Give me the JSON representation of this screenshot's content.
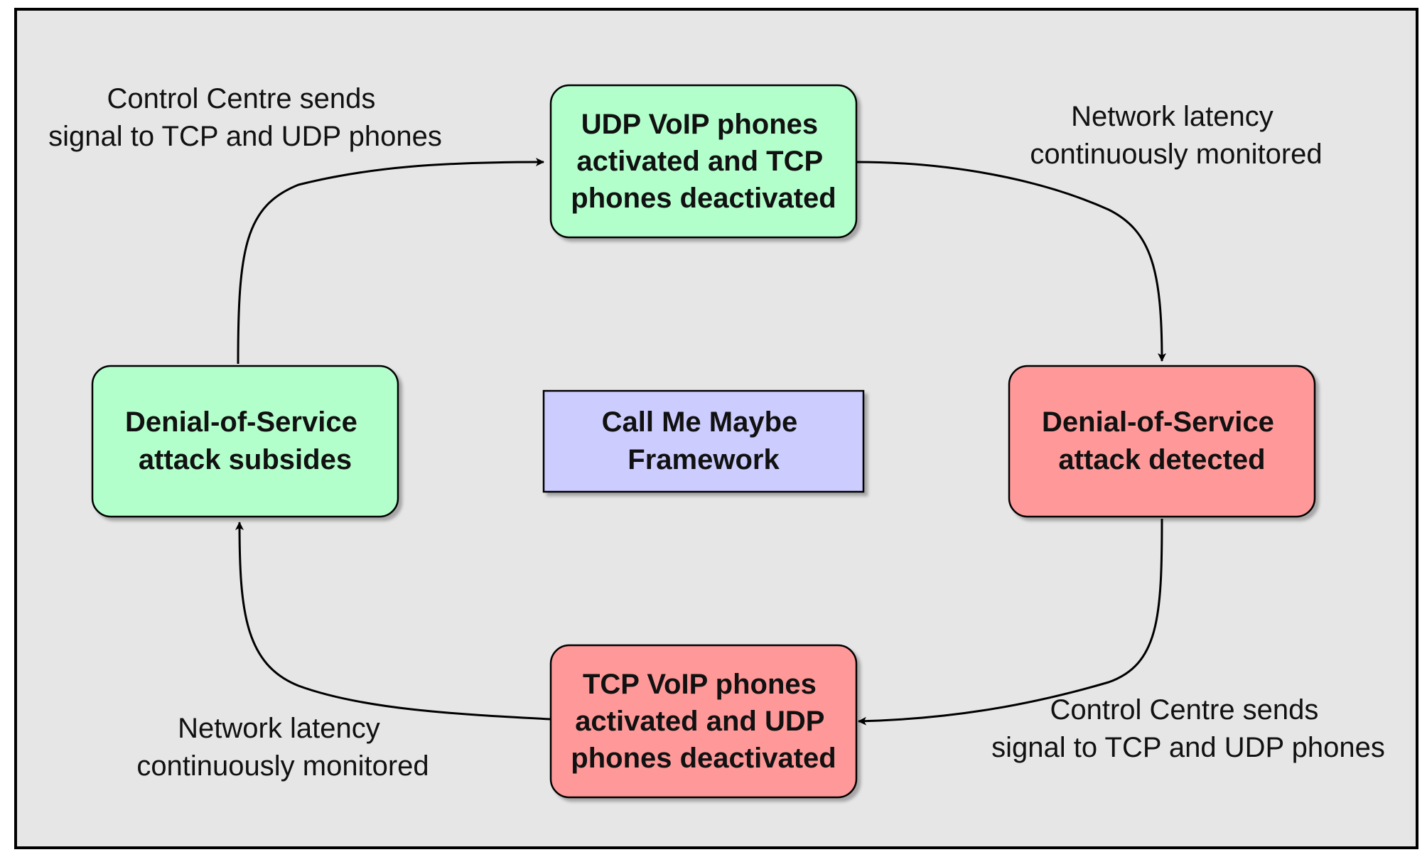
{
  "diagram": {
    "nodes": {
      "udp_active": {
        "lines": [
          "UDP VoIP phones",
          "activated and TCP",
          "phones deactivated"
        ],
        "color": "#b3ffcc"
      },
      "dos_detected": {
        "lines": [
          "Denial-of-Service",
          "attack detected"
        ],
        "color": "#ff9999"
      },
      "tcp_active": {
        "lines": [
          "TCP VoIP phones",
          "activated and UDP",
          "phones deactivated"
        ],
        "color": "#ff9999"
      },
      "dos_subsides": {
        "lines": [
          "Denial-of-Service",
          "attack subsides"
        ],
        "color": "#b3ffcc"
      },
      "framework": {
        "lines": [
          "Call Me Maybe",
          "Framework"
        ],
        "color": "#ccccff"
      }
    },
    "labels": {
      "top_left": [
        "Control Centre sends",
        "signal to TCP and UDP phones"
      ],
      "top_right": [
        "Network latency",
        "continuously monitored"
      ],
      "bottom_right": [
        "Control Centre sends",
        "signal to TCP and UDP phones"
      ],
      "bottom_left": [
        "Network latency",
        "continuously monitored"
      ]
    },
    "colors": {
      "canvas_background": "#e6e6e6",
      "border": "#000000",
      "edge": "#000000"
    }
  }
}
